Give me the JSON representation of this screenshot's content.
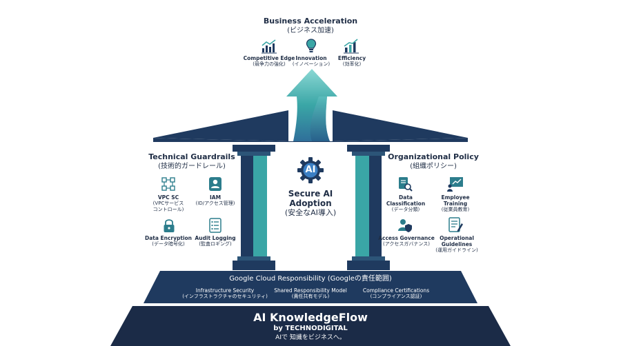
{
  "top": {
    "title_en": "Business Acceleration",
    "title_jp": "(ビジネス加速)",
    "items": [
      {
        "en": "Competitive Edge",
        "jp": "(競争力の強化)",
        "icon": "growth-chart-icon"
      },
      {
        "en": "Innovation",
        "jp": "(イノベーション)",
        "icon": "lightbulb-icon"
      },
      {
        "en": "Efficiency",
        "jp": "(効率化)",
        "icon": "bar-chart-icon"
      }
    ]
  },
  "left": {
    "title_en": "Technical Guardrails",
    "title_jp": "(技術的ガードレール)",
    "items": [
      {
        "en": "VPC SC",
        "jp1": "(VPCサービス",
        "jp2": "コントロール)",
        "icon": "network-icon"
      },
      {
        "en": "IAM",
        "jp": "(ID/アクセス管理)",
        "icon": "user-id-icon"
      },
      {
        "en": "Data Encryption",
        "jp": "(データ暗号化)",
        "icon": "lock-icon"
      },
      {
        "en": "Audit Logging",
        "jp": "(監査ロギング)",
        "icon": "document-list-icon"
      }
    ]
  },
  "right": {
    "title_en": "Organizational Policy",
    "title_jp": "(組織ポリシー)",
    "items": [
      {
        "en": "Data Classification",
        "jp": "(データ分類)",
        "icon": "document-search-icon"
      },
      {
        "en": "Employee Training",
        "jp": "(従業員教育)",
        "icon": "presentation-icon"
      },
      {
        "en": "Access Governance",
        "jp": "(アクセスガバナンス)",
        "icon": "user-shield-icon"
      },
      {
        "en": "Operational Guidelines",
        "jp": "(運用ガイドライン)",
        "icon": "guidelines-icon"
      }
    ]
  },
  "center": {
    "badge": "AI",
    "title_line1": "Secure AI",
    "title_line2": "Adoption",
    "title_jp": "(安全なAI導入)"
  },
  "cloud": {
    "title": "Google Cloud Responsibility (Googleの責任範囲)",
    "items": [
      {
        "en": "Infrastructure Security",
        "jp": "(インフラストラクチャのセキュリティ)"
      },
      {
        "en": "Shared Responsibility Model",
        "jp": "(責任共有モデル)"
      },
      {
        "en": "Compliance Certifications",
        "jp": "(コンプライアンス認証)"
      }
    ]
  },
  "footer": {
    "brand": "AI KnowledgeFlow",
    "by": "by TECHNODIGITAL",
    "tagline": "AIで 知識をビジネスへ。"
  },
  "colors": {
    "navy": "#1f3a5f",
    "dark_navy": "#1b2b47",
    "teal": "#3aa6a6",
    "light_teal": "#7fd1d0",
    "sky": "#3b7fc4"
  }
}
